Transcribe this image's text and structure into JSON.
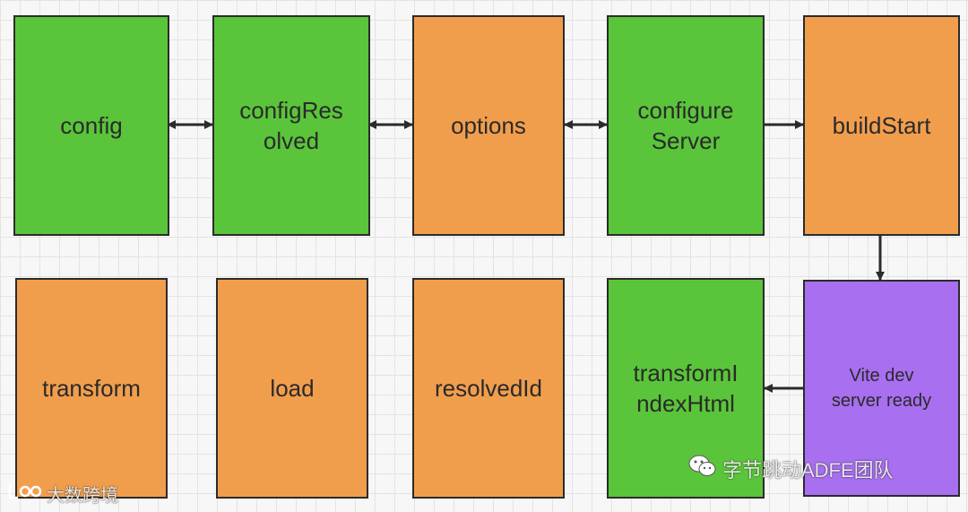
{
  "colors": {
    "green": "#5ac53a",
    "orange": "#f19e4c",
    "purple": "#a86ff0",
    "border": "#2b2b2b",
    "arrow": "#2b2b2b"
  },
  "nodes": [
    {
      "id": "config",
      "label": "config",
      "color": "green"
    },
    {
      "id": "configresolved",
      "label": "configRes\nolved",
      "color": "green"
    },
    {
      "id": "options",
      "label": "options",
      "color": "orange"
    },
    {
      "id": "configureserver",
      "label": "configure\nServer",
      "color": "green"
    },
    {
      "id": "buildstart",
      "label": "buildStart",
      "color": "orange"
    },
    {
      "id": "vite-dev-server-ready",
      "label": "Vite dev\nserver ready",
      "color": "purple"
    },
    {
      "id": "transformindexhtml",
      "label": "transformI\nndexHtml",
      "color": "green"
    },
    {
      "id": "resolvedid",
      "label": "resolvedId",
      "color": "orange"
    },
    {
      "id": "load",
      "label": "load",
      "color": "orange"
    },
    {
      "id": "transform",
      "label": "transform",
      "color": "orange"
    }
  ],
  "edges": [
    {
      "from": "config",
      "to": "configresolved"
    },
    {
      "from": "configresolved",
      "to": "options"
    },
    {
      "from": "options",
      "to": "configureserver"
    },
    {
      "from": "configureserver",
      "to": "buildstart"
    },
    {
      "from": "buildstart",
      "to": "vite-dev-server-ready"
    },
    {
      "from": "vite-dev-server-ready",
      "to": "transformindexhtml"
    },
    {
      "from": "transformindexhtml",
      "to": "resolvedid"
    },
    {
      "from": "resolvedid",
      "to": "load"
    },
    {
      "from": "load",
      "to": "transform"
    }
  ],
  "watermarks": {
    "left": "大数跨境",
    "left_icon": "logo-icon",
    "right": "字节跳动ADFE团队",
    "right_icon": "wechat-icon"
  }
}
